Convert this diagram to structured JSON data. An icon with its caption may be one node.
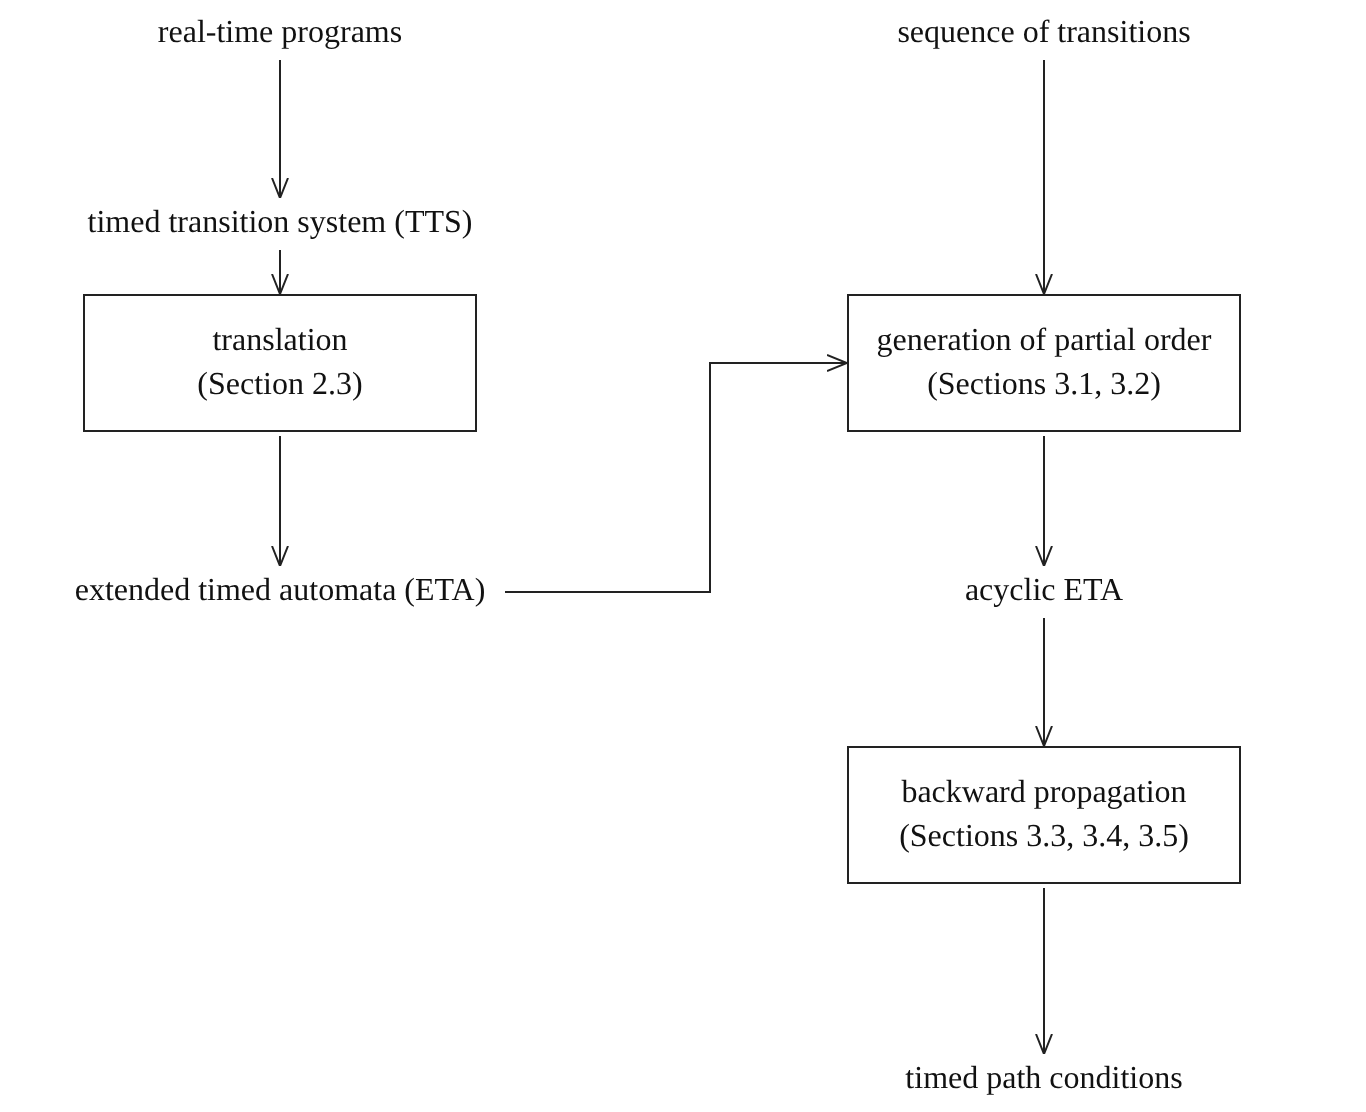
{
  "diagram": {
    "nodes": [
      {
        "text": [
          "real-time programs"
        ]
      },
      {
        "text": [
          "timed transition system (TTS)"
        ]
      },
      {
        "text": [
          "translation",
          "(Section 2.3)"
        ]
      },
      {
        "text": [
          "extended timed automata (ETA)"
        ]
      },
      {
        "text": [
          "sequence of transitions"
        ]
      },
      {
        "text": [
          "generation of partial order",
          "(Sections 3.1, 3.2)"
        ]
      },
      {
        "text": [
          "acyclic ETA"
        ]
      },
      {
        "text": [
          "backward propagation",
          "(Sections 3.3, 3.4, 3.5)"
        ]
      },
      {
        "text": [
          "timed path conditions"
        ]
      }
    ],
    "edges": [
      {
        "from": 0,
        "to": 1,
        "arrow": "to"
      },
      {
        "from": 1,
        "to": 2,
        "arrow": "to"
      },
      {
        "from": 2,
        "to": 3,
        "arrow": "to"
      },
      {
        "from": 3,
        "to": 5,
        "arrow": "to"
      },
      {
        "from": 4,
        "to": 5,
        "arrow": "to"
      },
      {
        "from": 5,
        "to": 6,
        "arrow": "to"
      },
      {
        "from": 6,
        "to": 7,
        "arrow": "to"
      },
      {
        "from": 7,
        "to": 8,
        "arrow": "to"
      }
    ]
  }
}
